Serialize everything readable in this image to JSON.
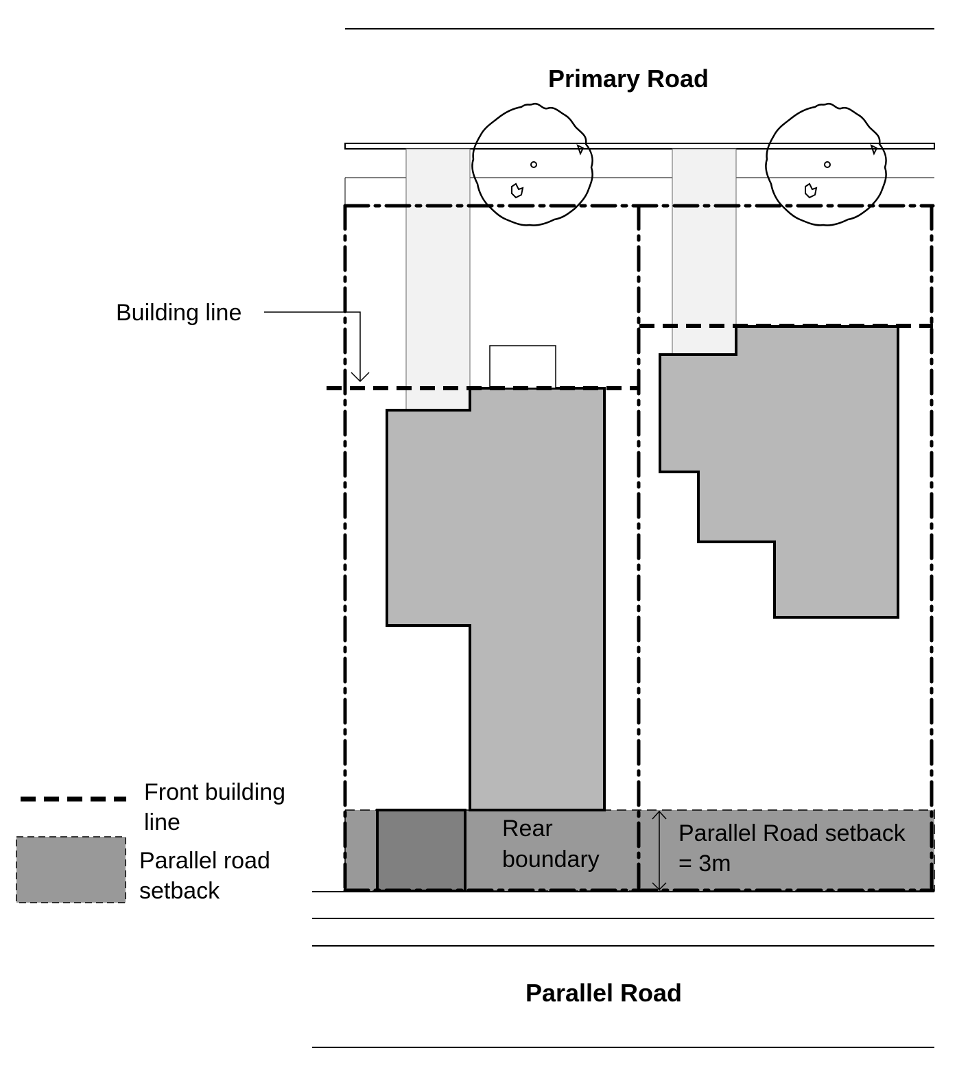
{
  "title_top": "Primary Road",
  "title_bottom": "Parallel Road",
  "annotations": {
    "building_line": "Building line",
    "rear_boundary": [
      "Rear",
      "boundary"
    ],
    "setback_dimension": [
      "Parallel Road setback",
      "= 3m"
    ]
  },
  "legend": {
    "items": [
      {
        "symbol": "dashed-line",
        "label": [
          "Front building",
          "line"
        ]
      },
      {
        "symbol": "grey-box",
        "label": [
          "Parallel road",
          "setback"
        ]
      }
    ]
  },
  "lots": [
    {
      "name": "lot-left",
      "has_tree": true,
      "has_rear_structure": true
    },
    {
      "name": "lot-right",
      "has_tree": true,
      "has_rear_structure": false
    }
  ],
  "setback_value": "3m",
  "colors": {
    "building_fill": "#b8b8b8",
    "setback_fill": "#999999",
    "rear_structure_fill": "#808080",
    "driveway_fill": "#f2f2f2",
    "line": "#000000"
  }
}
